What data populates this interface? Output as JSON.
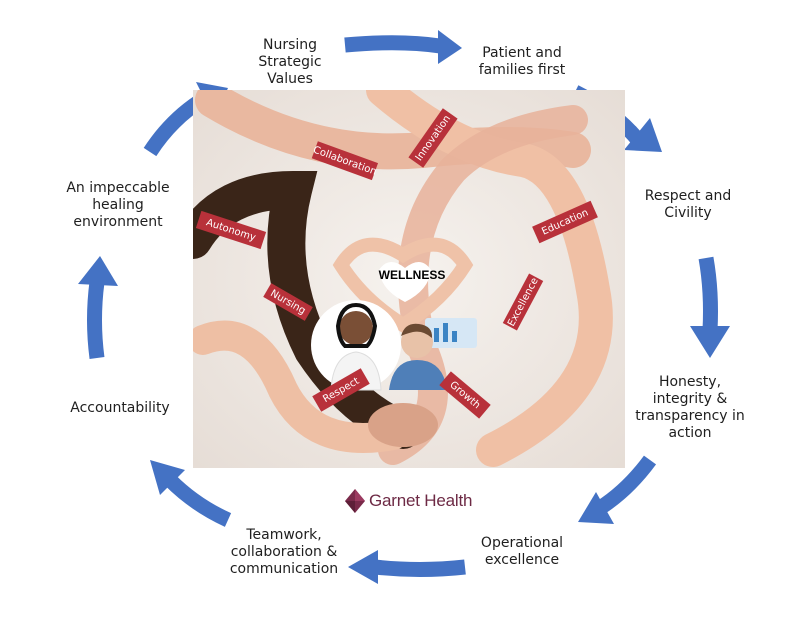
{
  "diagram": {
    "center_label": "WELLNESS",
    "bands": [
      "Collaboration",
      "Innovation",
      "Autonomy",
      "Education",
      "Nursing",
      "Excellence",
      "Respect",
      "Growth"
    ],
    "values": [
      {
        "id": "nursing-strategic-values",
        "text": "Nursing\nStrategic\nValues"
      },
      {
        "id": "patient-families-first",
        "text": "Patient and\nfamilies first"
      },
      {
        "id": "respect-civility",
        "text": "Respect and\nCivility"
      },
      {
        "id": "honesty-integrity",
        "text": "Honesty,\nintegrity &\ntransparency in\naction"
      },
      {
        "id": "operational-excellence",
        "text": "Operational\nexcellence"
      },
      {
        "id": "teamwork",
        "text": "Teamwork,\ncollaboration &\ncommunication"
      },
      {
        "id": "accountability",
        "text": "Accountability"
      },
      {
        "id": "healing-environment",
        "text": "An impeccable\nhealing\nenvironment"
      }
    ],
    "logo_text": "Garnet Health",
    "colors": {
      "arrow": "#4472c4",
      "logo": "#6d2a45",
      "band": "#b8313a"
    }
  }
}
